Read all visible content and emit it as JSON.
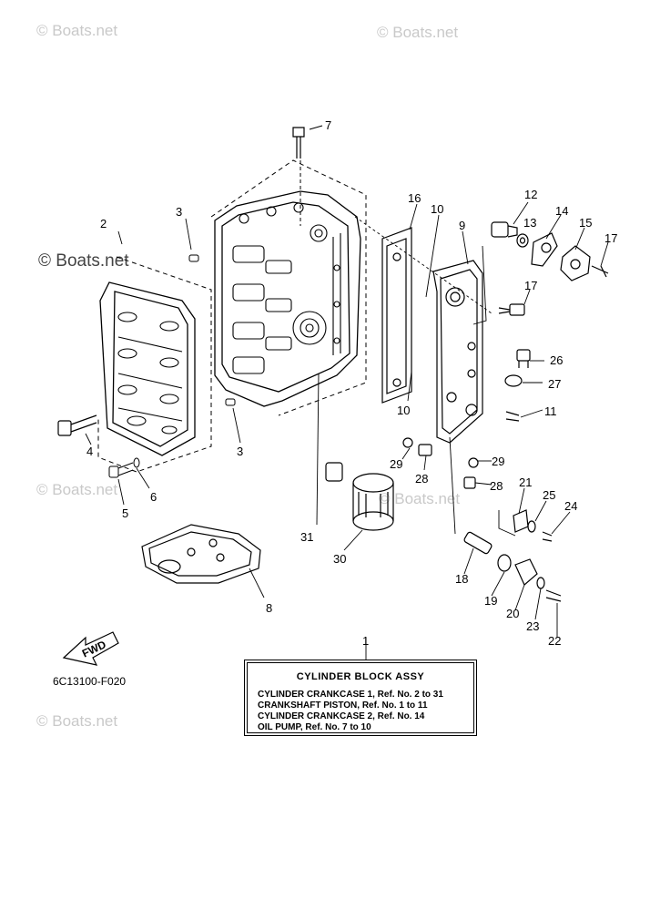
{
  "watermarks": {
    "top_left": "© Boats.net",
    "top_right": "© Boats.net",
    "mid_left_dark": "© Boats.net",
    "mid_center": "© Boats.net",
    "mid_left_lower": "© Boats.net",
    "bottom_left": "© Boats.net"
  },
  "callouts": {
    "c1": "1",
    "c2": "2",
    "c3a": "3",
    "c3b": "3",
    "c4": "4",
    "c5": "5",
    "c6": "6",
    "c7": "7",
    "c8": "8",
    "c9": "9",
    "c10a": "10",
    "c10b": "10",
    "c11": "11",
    "c12": "12",
    "c13": "13",
    "c14": "14",
    "c15": "15",
    "c16": "16",
    "c17a": "17",
    "c17b": "17",
    "c18": "18",
    "c19": "19",
    "c20": "20",
    "c21": "21",
    "c22": "22",
    "c23": "23",
    "c24": "24",
    "c25": "25",
    "c26": "26",
    "c27": "27",
    "c28a": "28",
    "c28b": "28",
    "c29a": "29",
    "c29b": "29",
    "c30": "30",
    "c31": "31"
  },
  "fwd_label": "FWD",
  "diagram_code": "6C13100-F020",
  "assembly_box": {
    "title": "CYLINDER BLOCK ASSY",
    "lines": [
      "CYLINDER CRANKCASE 1,  Ref. No. 2 to 31",
      "CRANKSHAFT PISTON,      Ref. No. 1 to 11",
      "CYLINDER CRANKCASE 2,  Ref. No. 14",
      "OIL PUMP,  Ref. No. 7 to 10"
    ]
  }
}
